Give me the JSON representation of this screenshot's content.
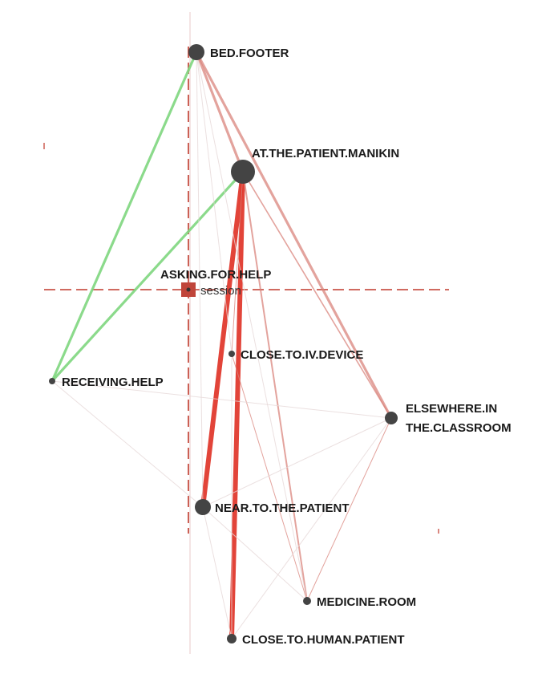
{
  "nodes": [
    {
      "id": "bed_footer",
      "label": "BED.FOOTER"
    },
    {
      "id": "at_patient_manikin",
      "label": "AT.THE.PATIENT.MANIKIN"
    },
    {
      "id": "asking_for_help",
      "label": "ASKING.FOR.HELP"
    },
    {
      "id": "close_to_iv_device",
      "label": "CLOSE.TO.IV.DEVICE"
    },
    {
      "id": "receiving_help",
      "label": "RECEIVING.HELP"
    },
    {
      "id": "elsewhere_classroom",
      "label": "ELSEWHERE.IN THE.CLASSROOM",
      "label_lines": [
        "ELSEWHERE.IN",
        "THE.CLASSROOM"
      ]
    },
    {
      "id": "near_to_patient",
      "label": "NEAR.TO.THE.PATIENT"
    },
    {
      "id": "medicine_room",
      "label": "MEDICINE.ROOM"
    },
    {
      "id": "close_to_human_patient",
      "label": "CLOSE.TO.HUMAN.PATIENT"
    }
  ],
  "session_marker": {
    "label": "session"
  },
  "edge_colors": {
    "positive": "#e03a2e",
    "positive_light": "#d9847c",
    "negative": "#7ed67e",
    "faint": "#e6d8d8"
  },
  "edges": [
    {
      "from": "at_patient_manikin",
      "to": "close_to_human_patient",
      "sign": "positive",
      "weight": 5
    },
    {
      "from": "at_patient_manikin",
      "to": "near_to_patient",
      "sign": "positive",
      "weight": 5
    },
    {
      "from": "bed_footer",
      "to": "elsewhere_classroom",
      "sign": "positive_light",
      "weight": 3
    },
    {
      "from": "bed_footer",
      "to": "at_patient_manikin",
      "sign": "positive_light",
      "weight": 3
    },
    {
      "from": "bed_footer",
      "to": "receiving_help",
      "sign": "negative",
      "weight": 3
    },
    {
      "from": "at_patient_manikin",
      "to": "receiving_help",
      "sign": "negative",
      "weight": 3
    },
    {
      "from": "at_patient_manikin",
      "to": "elsewhere_classroom",
      "sign": "positive_light",
      "weight": 1.5
    },
    {
      "from": "at_patient_manikin",
      "to": "medicine_room",
      "sign": "positive_light",
      "weight": 2
    },
    {
      "from": "at_patient_manikin",
      "to": "close_to_iv_device",
      "sign": "positive_light",
      "weight": 1
    },
    {
      "from": "bed_footer",
      "to": "medicine_room",
      "sign": "faint",
      "weight": 1
    },
    {
      "from": "bed_footer",
      "to": "near_to_patient",
      "sign": "faint",
      "weight": 1
    },
    {
      "from": "bed_footer",
      "to": "close_to_iv_device",
      "sign": "faint",
      "weight": 1
    },
    {
      "from": "close_to_iv_device",
      "to": "medicine_room",
      "sign": "positive_light",
      "weight": 1
    },
    {
      "from": "elsewhere_classroom",
      "to": "medicine_room",
      "sign": "positive_light",
      "weight": 1
    },
    {
      "from": "elsewhere_classroom",
      "to": "close_to_human_patient",
      "sign": "faint",
      "weight": 1
    },
    {
      "from": "elsewhere_classroom",
      "to": "near_to_patient",
      "sign": "faint",
      "weight": 1
    },
    {
      "from": "receiving_help",
      "to": "elsewhere_classroom",
      "sign": "faint",
      "weight": 1
    },
    {
      "from": "receiving_help",
      "to": "near_to_patient",
      "sign": "faint",
      "weight": 1
    },
    {
      "from": "near_to_patient",
      "to": "medicine_room",
      "sign": "faint",
      "weight": 1
    },
    {
      "from": "near_to_patient",
      "to": "close_to_human_patient",
      "sign": "faint",
      "weight": 1
    },
    {
      "from": "close_to_iv_device",
      "to": "close_to_human_patient",
      "sign": "faint",
      "weight": 1
    }
  ]
}
